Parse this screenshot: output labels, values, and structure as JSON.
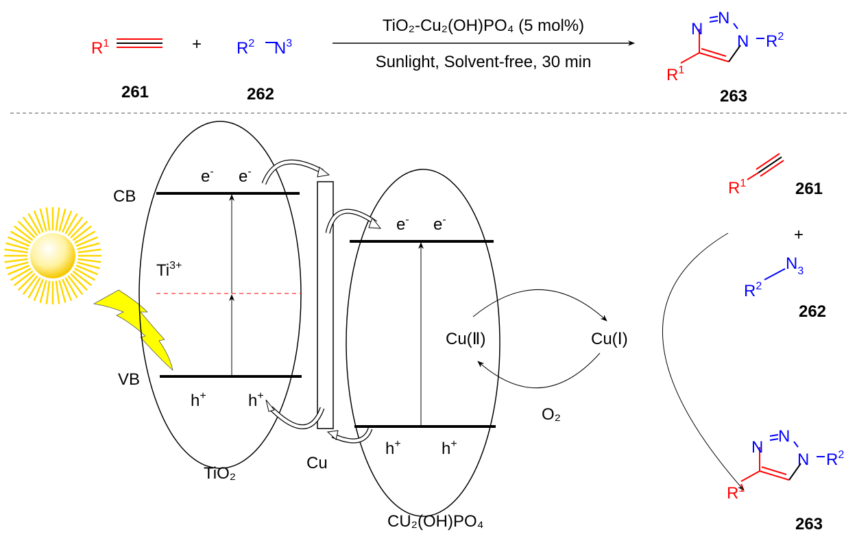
{
  "reaction": {
    "alkyne_r": "R",
    "alkyne_sup": "1",
    "plus": "+",
    "azide_r": "R",
    "azide_r_sup": "2",
    "azide_n": "N",
    "azide_n_sup": "3",
    "cond_above": "TiO₂-Cu₂(OH)PO₄ (5 mol%)",
    "cond_below": "Sunlight, Solvent-free, 30 min",
    "label_alkyne": "261",
    "label_azide": "262",
    "label_product": "263"
  },
  "triazole": {
    "n": "N",
    "r1": "R",
    "r1_sup": "1",
    "r2": "R",
    "r2_sup": "2",
    "dash": "–"
  },
  "mechanism": {
    "cb": "CB",
    "vb": "VB",
    "ti3": "Ti",
    "ti3_sup": "3+",
    "electron": "e",
    "electron_sup": "-",
    "hole": "h",
    "hole_sup": "+",
    "tio2": "TiO₂",
    "cu": "Cu",
    "cu2ohpo4": "CU₂(OH)PO₄",
    "cu2": "Cu(Ⅱ)",
    "cu1": "Cu(Ⅰ)",
    "o2": "O₂",
    "right_alkyne_r": "R",
    "right_alkyne_sup": "1",
    "right_alkyne_label": "261",
    "right_plus": "+",
    "right_azide_r": "R",
    "right_azide_sup": "2",
    "right_azide_n": "N",
    "right_azide_n_sub": "3",
    "right_azide_label": "262",
    "right_product_label": "263"
  },
  "colors": {
    "red": "#ff0000",
    "blue": "#0000ff",
    "sun": "#ffd700",
    "bolt": "#ffff00"
  }
}
